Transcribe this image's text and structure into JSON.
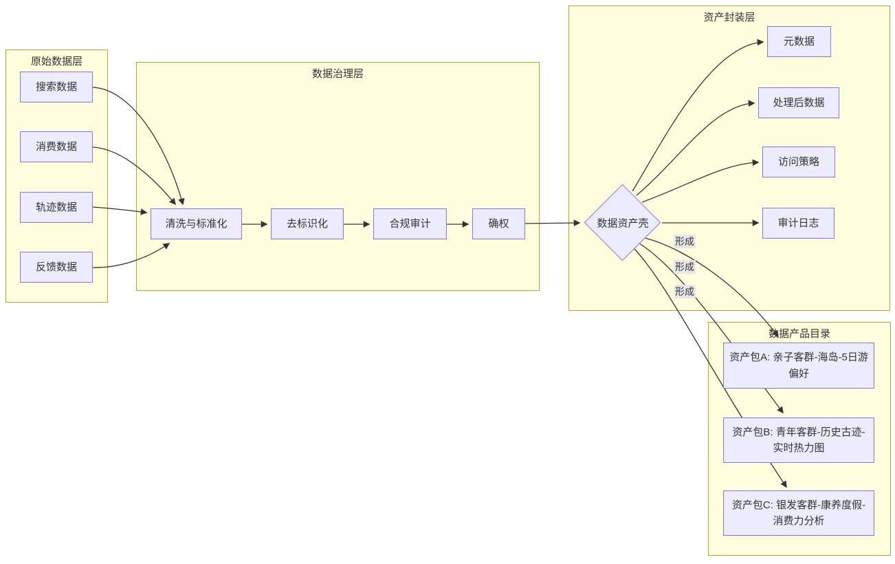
{
  "diagram": {
    "containers": {
      "raw": {
        "title": "原始数据层"
      },
      "gov": {
        "title": "数据治理层"
      },
      "pack": {
        "title": "资产封装层"
      },
      "catalog": {
        "title": "数据产品目录"
      }
    },
    "nodes": {
      "search": {
        "label": "搜索数据"
      },
      "consume": {
        "label": "消费数据"
      },
      "traj": {
        "label": "轨迹数据"
      },
      "feedback": {
        "label": "反馈数据"
      },
      "clean": {
        "label": "清洗与标准化"
      },
      "deid": {
        "label": "去标识化"
      },
      "audit": {
        "label": "合规审计"
      },
      "confirm": {
        "label": "确权"
      },
      "shell": {
        "label": "数据资产壳",
        "shape": "diamond"
      },
      "meta": {
        "label": "元数据"
      },
      "processed": {
        "label": "处理后数据"
      },
      "access": {
        "label": "访问策略"
      },
      "auditlog": {
        "label": "审计日志"
      },
      "pkgA": {
        "label": "资产包A: 亲子客群-海岛-5日游偏好"
      },
      "pkgB": {
        "label": "资产包B: 青年客群-历史古迹-实时热力图"
      },
      "pkgC": {
        "label": "资产包C: 银发客群-康养度假-消费力分析"
      }
    },
    "edges": [
      {
        "from": "search",
        "to": "clean",
        "label": ""
      },
      {
        "from": "consume",
        "to": "clean",
        "label": ""
      },
      {
        "from": "traj",
        "to": "clean",
        "label": ""
      },
      {
        "from": "feedback",
        "to": "clean",
        "label": ""
      },
      {
        "from": "clean",
        "to": "deid",
        "label": ""
      },
      {
        "from": "deid",
        "to": "audit",
        "label": ""
      },
      {
        "from": "audit",
        "to": "confirm",
        "label": ""
      },
      {
        "from": "confirm",
        "to": "shell",
        "label": ""
      },
      {
        "from": "shell",
        "to": "meta",
        "label": ""
      },
      {
        "from": "shell",
        "to": "processed",
        "label": ""
      },
      {
        "from": "shell",
        "to": "access",
        "label": ""
      },
      {
        "from": "shell",
        "to": "auditlog",
        "label": ""
      },
      {
        "from": "shell",
        "to": "pkgA",
        "label": "形成"
      },
      {
        "from": "shell",
        "to": "pkgB",
        "label": "形成"
      },
      {
        "from": "shell",
        "to": "pkgC",
        "label": "形成"
      }
    ],
    "colors": {
      "node_fill": "#ECECFF",
      "node_border": "#9370DB",
      "container_fill": "#FFFFDE",
      "container_border": "#AAAA33",
      "edge": "#333333",
      "edge_label_bg": "#E8E8E8",
      "text": "#333333"
    }
  }
}
